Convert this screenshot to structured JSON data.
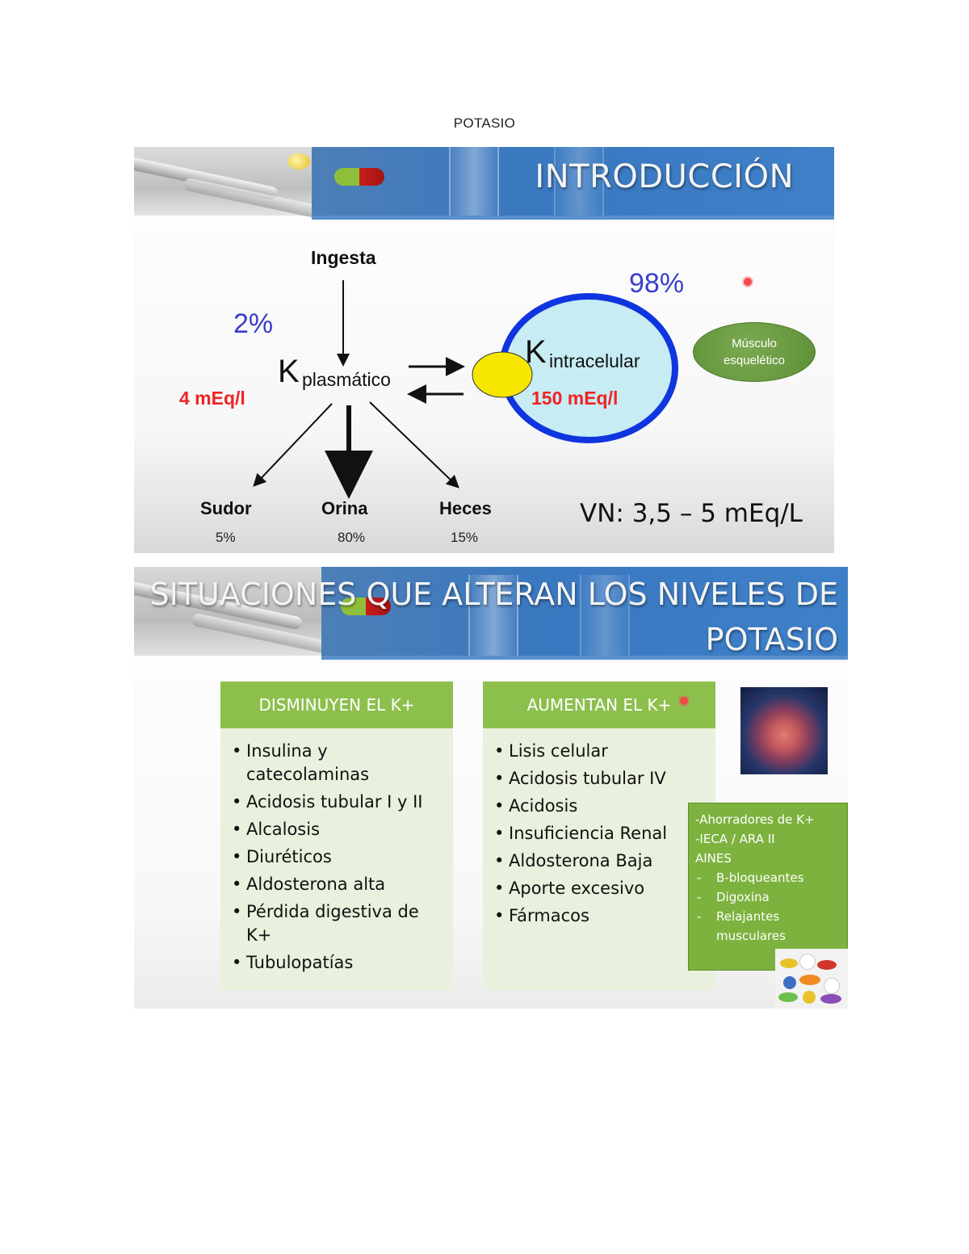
{
  "page": {
    "title": "POTASIO"
  },
  "slide1": {
    "title": "INTRODUCCIÓN",
    "ingesta": "Ingesta",
    "plasma_pct": "2%",
    "intracellular_pct": "98%",
    "k_plasma": "K",
    "k_plasma_sub": "plasmático",
    "k_intra": "K",
    "k_intra_sub": "intracelular",
    "plasma_conc": "4 mEq/l",
    "intra_conc": "150 mEq/l",
    "muscle_line1": "Músculo",
    "muscle_line2": "esquelético",
    "outputs": [
      {
        "name": "Sudor",
        "pct": "5%"
      },
      {
        "name": "Orina",
        "pct": "80%"
      },
      {
        "name": "Heces",
        "pct": "15%"
      }
    ],
    "normal_value": "VN: 3,5 – 5 mEq/L"
  },
  "slide2": {
    "title_line1": "SITUACIONES QUE ALTERAN LOS NIVELES DE",
    "title_line2": "POTASIO",
    "decrease": {
      "header": "DISMINUYEN EL K+",
      "items": [
        "Insulina y catecolaminas",
        "Acidosis tubular I y II",
        "Alcalosis",
        "Diuréticos",
        "Aldosterona alta",
        "Pérdida digestiva de K+",
        "Tubulopatías"
      ]
    },
    "increase": {
      "header": "AUMENTAN EL K+",
      "items": [
        "Lisis celular",
        "Acidosis tubular IV",
        "Acidosis",
        "Insuficiencia Renal",
        "Aldosterona Baja",
        "Aporte excesivo",
        "Fármacos"
      ]
    },
    "drugs": {
      "line1": "-Ahorradores de K+",
      "line2": "-IECA / ARA II",
      "line3": "AINES",
      "sub1": "B-bloqueantes",
      "sub2": "Digoxina",
      "sub3a": "Relajantes",
      "sub3b": "musculares"
    }
  },
  "colors": {
    "banner_blue": "#3a78c0",
    "green_header": "#8dbf4d",
    "green_body": "#e9f0dd",
    "red_value": "#ef2323",
    "blue_pct": "#3a3ec8",
    "cell_circle_border": "#0f35e0",
    "cell_circle_fill": "#c7ecf3",
    "yellow_channel": "#f6e600"
  }
}
